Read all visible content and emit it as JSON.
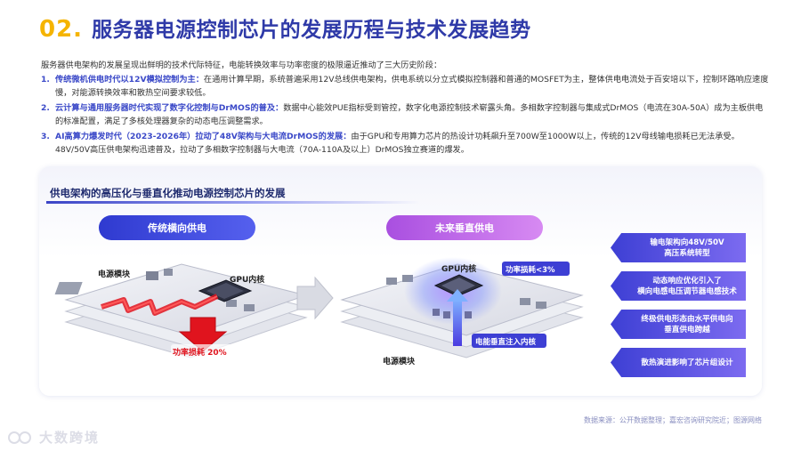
{
  "header": {
    "number": "02.",
    "title": "服务器电源控制芯片的发展历程与技术发展趋势"
  },
  "intro": "服务器供电架构的发展呈现出鲜明的技术代际特征，电能转换效率与功率密度的极限逼近推动了三大历史阶段：",
  "points": [
    {
      "num": "1.",
      "highlight": "传统微机供电时代以12V模拟控制为主：",
      "text": "在通用计算早期，系统普遍采用12V总线供电架构，供电系统以分立式模拟控制器和普通的MOSFET为主，整体供电电流处于百安培以下，控制环路响应速度慢，对能源转换效率和散热空间要求较低。"
    },
    {
      "num": "2.",
      "highlight": "云计算与通用服务器时代实现了数字化控制与DrMOS的普及：",
      "text": "数据中心能效PUE指标受到管控，数字化电源控制技术崭露头角。多相数字控制器与集成式DrMOS（电流在30A-50A）成为主板供电的标准配置，满足了多核处理器复杂的动态电压调整需求。"
    },
    {
      "num": "3.",
      "highlight": "AI高算力爆发时代（2023-2026年）拉动了48V架构与大电流DrMOS的发展：",
      "text": "由于GPU和专用算力芯片的热设计功耗飙升至700W至1000W以上，传统的12V母线输电损耗已无法承受。48V/50V高压供电架构迅速普及，拉动了多相数字控制器与大电流（70A-110A及以上）DrMOS独立赛道的爆发。"
    }
  ],
  "panel": {
    "title": "供电架构的高压化与垂直化推动电源控制芯片的发展",
    "left_pill": "传统横向供电",
    "right_pill": "未来垂直供电",
    "left_labels": {
      "power_module": "电源模块",
      "gpu_core": "GPU内核",
      "loss": "功率损耗 20%"
    },
    "right_labels": {
      "gpu_core": "GPU内核",
      "loss": "功率损耗<3%",
      "energy": "电能垂直注入内核",
      "power_module": "电源模块"
    },
    "side_boxes": [
      {
        "line1": "输电架构向48V/50V",
        "line2": "高压系统转型"
      },
      {
        "line1": "动态响应优化引入了",
        "line2": "横向电感电压调节器电感技术"
      },
      {
        "line1": "终极供电形态由水平供电向",
        "line2": "垂直供电跨越"
      },
      {
        "line1": "散热演进影响了芯片组设计",
        "line2": ""
      }
    ]
  },
  "footer": {
    "source": "数据来源：公开数据整理；嘉宏咨询研究院近；图源网络",
    "logo": "大数跨境"
  },
  "colors": {
    "title_blue": "#2f3aa8",
    "accent_yellow": "#f5b400",
    "highlight_blue": "#3b49c8",
    "loss_red": "#e0141e",
    "purple": "#a94fe0"
  }
}
